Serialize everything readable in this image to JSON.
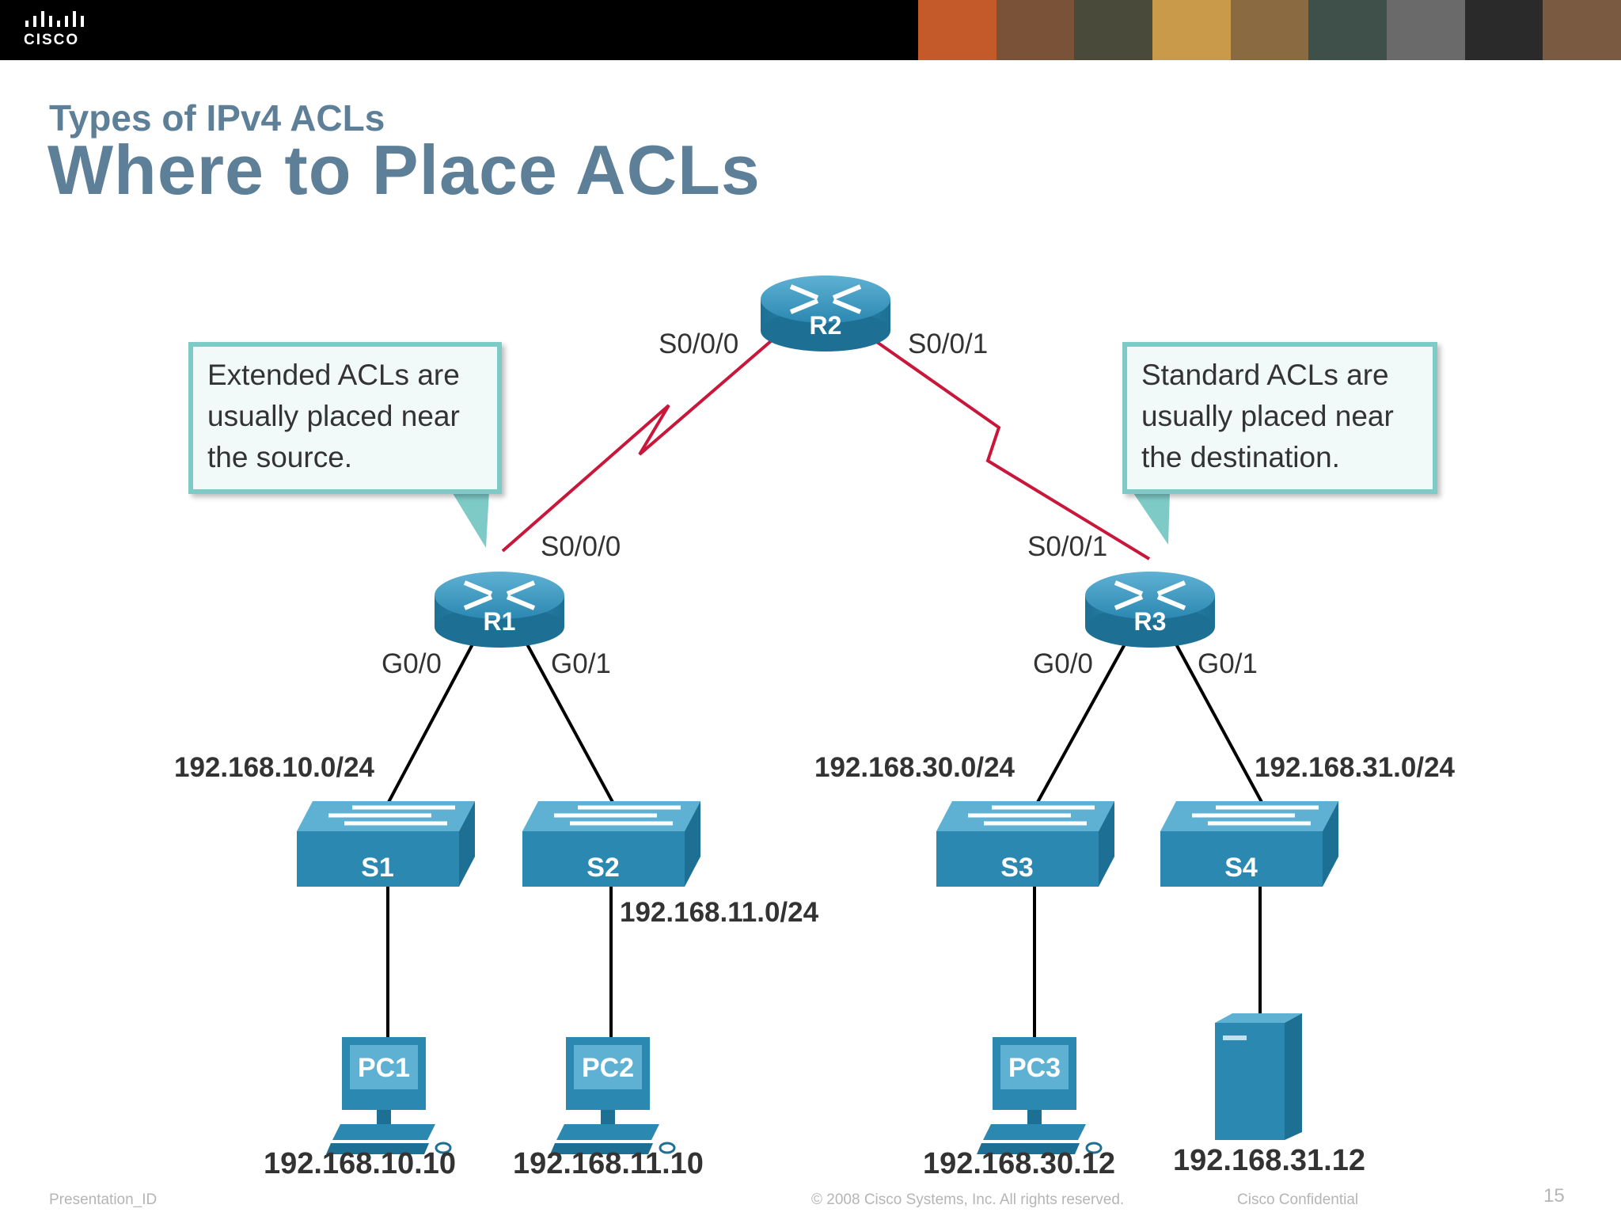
{
  "header": {
    "logo_text": "CISCO",
    "photo_colors": [
      "#c45a2a",
      "#7a5238",
      "#4a4a3a",
      "#c99a4a",
      "#8a6a40",
      "#3f4f4a",
      "#6a6a6a",
      "#2a2a2a",
      "#7a5a40"
    ]
  },
  "slide": {
    "section": "Types of IPv4 ACLs",
    "title": "Where to Place ACLs"
  },
  "diagram": {
    "colors": {
      "device": "#2a85ad",
      "wan_link": "#c8173a",
      "lan_link": "#000000",
      "callout_border": "#7ecac7",
      "text": "#333333"
    },
    "routers": [
      {
        "label": "R2",
        "icon": "router-icon"
      },
      {
        "label": "R1",
        "icon": "router-icon"
      },
      {
        "label": "R3",
        "icon": "router-icon"
      }
    ],
    "switches": [
      {
        "label": "S1",
        "icon": "switch-icon"
      },
      {
        "label": "S2",
        "icon": "switch-icon"
      },
      {
        "label": "S3",
        "icon": "switch-icon"
      },
      {
        "label": "S4",
        "icon": "switch-icon"
      }
    ],
    "pcs": [
      {
        "label": "PC1",
        "ip": "192.168.10.10",
        "icon": "pc-icon"
      },
      {
        "label": "PC2",
        "ip": "192.168.11.10",
        "icon": "pc-icon"
      },
      {
        "label": "PC3",
        "ip": "192.168.30.12",
        "icon": "pc-icon"
      }
    ],
    "server": {
      "ip": "192.168.31.12",
      "icon": "server-icon"
    },
    "interfaces": {
      "r2_s000": "S0/0/0",
      "r2_s001": "S0/0/1",
      "r1_s000": "S0/0/0",
      "r3_s001": "S0/0/1",
      "r1_g00": "G0/0",
      "r1_g01": "G0/1",
      "r3_g00": "G0/0",
      "r3_g01": "G0/1"
    },
    "networks": {
      "net10": "192.168.10.0/24",
      "net11": "192.168.11.0/24",
      "net30": "192.168.30.0/24",
      "net31": "192.168.31.0/24"
    },
    "callouts": {
      "extended": [
        "Extended ACLs are",
        "usually placed near",
        "the source."
      ],
      "standard": [
        "Standard ACLs are",
        "usually placed near",
        "the destination."
      ]
    }
  },
  "footer": {
    "presentation_id": "Presentation_ID",
    "copyright": "© 2008 Cisco Systems, Inc. All rights reserved.",
    "confidential": "Cisco Confidential",
    "page": "15"
  }
}
